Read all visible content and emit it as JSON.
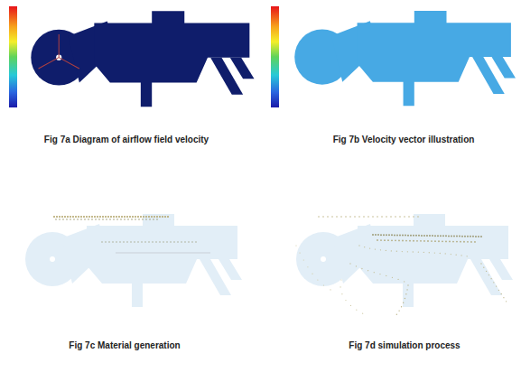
{
  "diagram": {
    "labels": [
      "Fig 7a Diagram of airflow field velocity",
      "Fig 7b Velocity vector illustration",
      "Fig 7c Material generation",
      "Fig 7d simulation process"
    ]
  }
}
